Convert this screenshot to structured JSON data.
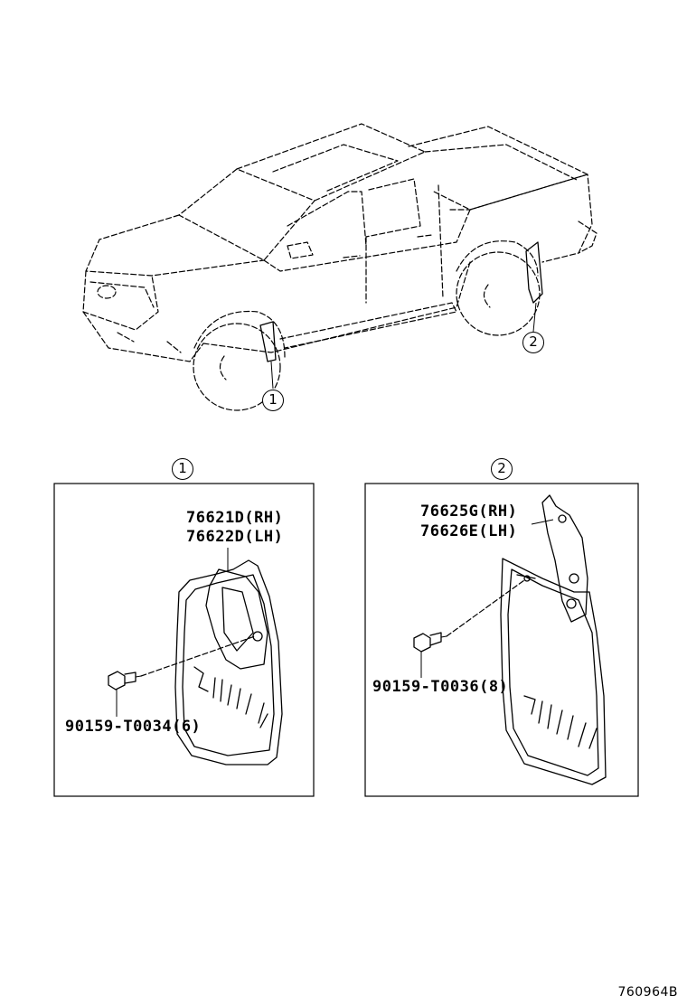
{
  "callouts": {
    "front": "1",
    "rear": "2"
  },
  "panel1": {
    "heading": "1",
    "part_rh": "76621D(RH)",
    "part_lh": "76622D(LH)",
    "screw": "90159-T0034(6)"
  },
  "panel2": {
    "heading": "2",
    "part_rh": "76625G(RH)",
    "part_lh": "76626E(LH)",
    "screw": "90159-T0036(8)"
  },
  "illustration_code": "760964B"
}
